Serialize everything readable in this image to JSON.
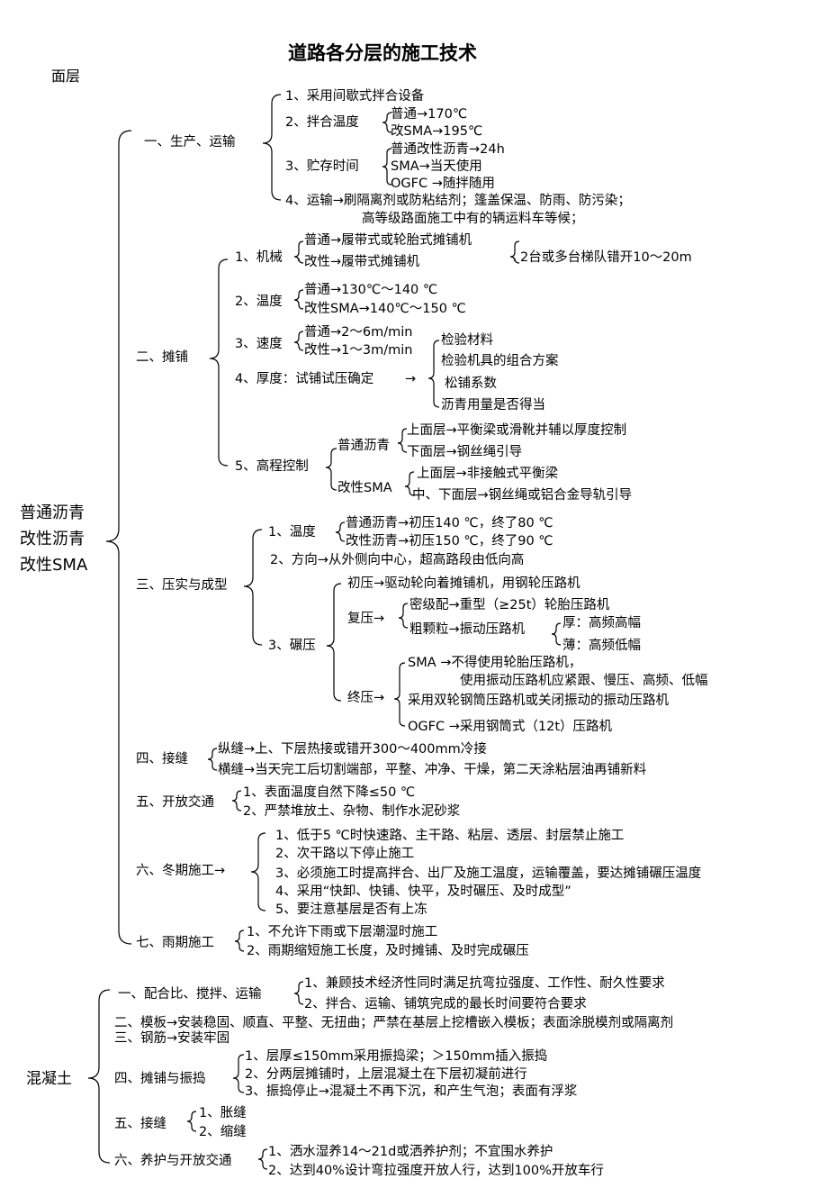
{
  "title": "道路各分层的施工技术",
  "asphalt": {
    "section": "面层",
    "root": [
      "普通沥青",
      "改性沥青",
      "改性SMA"
    ],
    "s1": {
      "label": "一、生产、运输",
      "i1": "1、采用间歇式拌合设备",
      "i2": "2、拌合温度",
      "i2a": "普通→170℃",
      "i2b": "改SMA→195℃",
      "i3": "3、贮存时间",
      "i3a": "普通改性沥青→24h",
      "i3b": "SMA→当天使用",
      "i3c": "OGFC →随拌随用",
      "i4": "4、运输→刷隔离剂或防粘结剂；篷盖保温、防雨、防污染；",
      "i4b": "高等级路面施工中有的辆运料车等候；"
    },
    "s2": {
      "label": "二、摊铺",
      "m": "1、机械",
      "ma": "普通→履带式或轮胎式摊铺机",
      "mb": "改性→履带式摊铺机",
      "mc": "2台或多台梯队错开10～20m",
      "t": "2、温度",
      "ta": "普通→130℃～140 ℃",
      "tb": "改性SMA→140℃～150 ℃",
      "v": "3、速度",
      "va": "普通→2～6m/min",
      "vb": "改性→1～3m/min",
      "d": "4、厚度：试铺试压确定",
      "d1": "检验材料",
      "d2": "检验机具的组合方案",
      "d3": "松铺系数",
      "d4": "沥青用量是否得当",
      "e": "5、高程控制",
      "e1": "普通沥青",
      "e1a": "上面层→平衡梁或滑靴并辅以厚度控制",
      "e1b": "下面层→钢丝绳引导",
      "e2": "改性SMA",
      "e2a": "上面层→非接触式平衡梁",
      "e2b": "中、下面层→钢丝绳或铝合金导轨引导"
    },
    "s3": {
      "label": "三、压实与成型",
      "t": "1、温度",
      "ta": "普通沥青→初压140 ℃，终了80 ℃",
      "tb": "改性沥青→初压150 ℃，终了90 ℃",
      "dir": "2、方向→从外侧向中心，超高路段由低向高",
      "r": "3、碾压",
      "r1": "初压→驱动轮向着摊铺机，用钢轮压路机",
      "r2": "复压→",
      "r2a": "密级配→重型（≥25t）轮胎压路机",
      "r2b": "粗颗粒→振动压路机",
      "r2b1": "厚：高频高幅",
      "r2b2": "薄：高频低幅",
      "r3": "终压→",
      "r3a": "SMA →不得使用轮胎压路机，",
      "r3b": "使用振动压路机应紧跟、慢压、高频、低幅",
      "r3c": "采用双轮钢筒压路机或关闭振动的振动压路机",
      "r3d": "OGFC →采用钢筒式（12t）压路机"
    },
    "s4": {
      "label": "四、接缝",
      "a": "纵缝→上、下层热接或错开300～400mm冷接",
      "b": "横缝→当天完工后切割端部，平整、冲净、干燥，第二天涂粘层油再铺新料"
    },
    "s5": {
      "label": "五、开放交通",
      "a": "1、表面温度自然下降≤50 ℃",
      "b": "2、严禁堆放土、杂物、制作水泥砂浆"
    },
    "s6": {
      "label": "六、冬期施工→",
      "a": "1、低于5 ℃时快速路、主干路、粘层、透层、封层禁止施工",
      "b": "2、次干路以下停止施工",
      "c": "3、必须施工时提高拌合、出厂及施工温度，运输覆盖，要达摊铺碾压温度",
      "d": "4、采用“快卸、快铺、快平，及时碾压、及时成型”",
      "e": "5、要注意基层是否有上冻"
    },
    "s7": {
      "label": "七、雨期施工",
      "a": "1、不允许下雨或下层潮湿时施工",
      "b": "2、雨期缩短施工长度，及时摊铺、及时完成碾压"
    }
  },
  "concrete": {
    "root": "混凝土",
    "c1": {
      "label": "一、配合比、搅拌、运输",
      "a": "1、兼顾技术经济性同时满足抗弯拉强度、工作性、耐久性要求",
      "b": "2、拌合、运输、铺筑完成的最长时间要符合要求"
    },
    "c2": "二、模板→安装稳固、顺直、平整、无扭曲；严禁在基层上挖槽嵌入模板；表面涂脱模剂或隔离剂",
    "c3": "三、钢筋→安装牢固",
    "c4": {
      "label": "四、摊铺与振捣",
      "a": "1、层厚≤150mm采用振捣梁；＞150mm插入振捣",
      "b": "2、分两层摊铺时，上层混凝土在下层初凝前进行",
      "c": "3、振捣停止→混凝土不再下沉，和产生气泡；表面有浮浆"
    },
    "c5": {
      "label": "五、接缝",
      "a": "1、胀缝",
      "b": "2、缩缝"
    },
    "c6": {
      "label": "六、养护与开放交通",
      "a": "1、洒水湿养14～21d或洒养护剂；不宜围水养护",
      "b": "2、达到40%设计弯拉强度开放人行，达到100%开放车行"
    }
  }
}
